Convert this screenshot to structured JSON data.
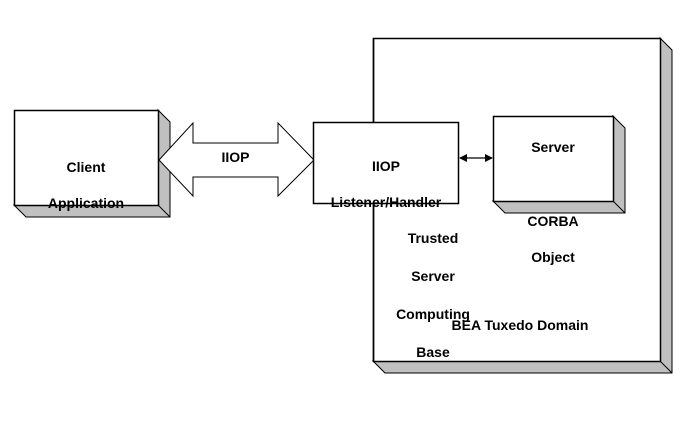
{
  "diagram": {
    "colors": {
      "stroke": "#000000",
      "face": "#ffffff",
      "depth": "#c0c0c0"
    },
    "client": {
      "line1": "Client",
      "line2": "Application"
    },
    "connection": {
      "label": "IIOP"
    },
    "listener": {
      "line1": "IIOP",
      "line2": "Listener/Handler"
    },
    "server": {
      "title": "Server",
      "line1": "CORBA",
      "line2": "Object"
    },
    "trusted_base": {
      "line1": "Trusted",
      "line2": "Server",
      "line3": "Computing",
      "line4": "Base"
    },
    "domain": {
      "label": "BEA Tuxedo Domain"
    }
  }
}
